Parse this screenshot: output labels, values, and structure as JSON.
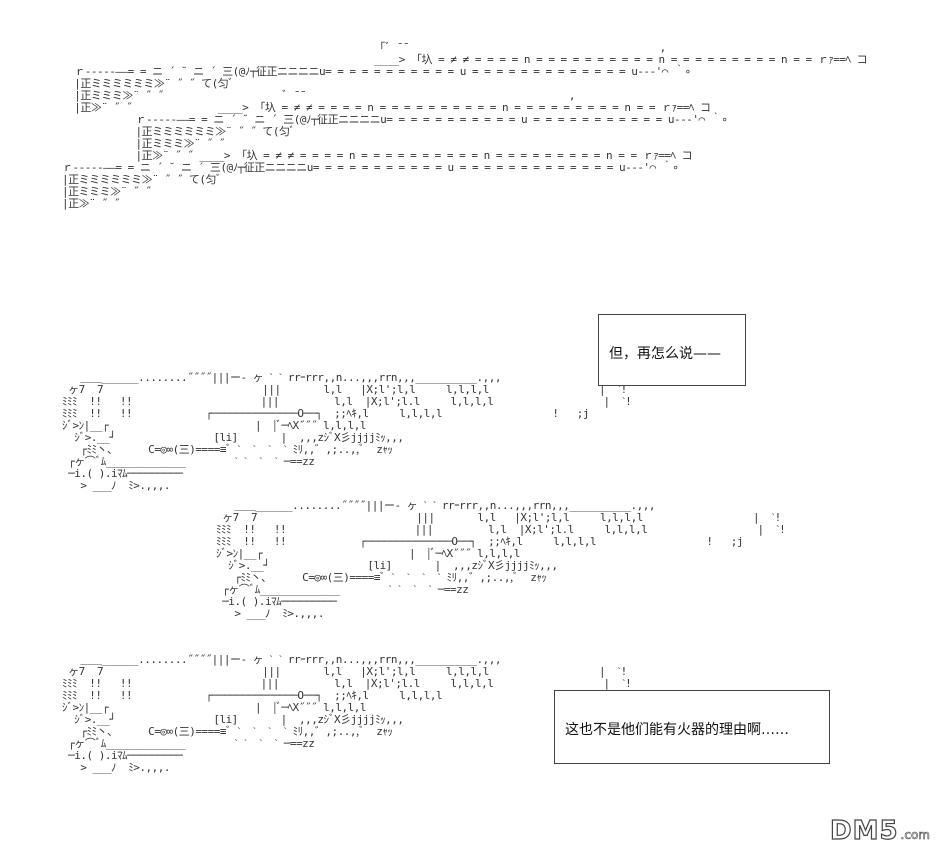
{
  "caption_boxes": [
    {
      "text": "但，再怎么说——"
    },
    {
      "text": "这也不是他们能有火器的理由啊……"
    }
  ],
  "watermark": {
    "main": "DM5",
    "sub": ".com"
  },
  "art": {
    "rifles": "                                                   「ﾞ ̄ ̄                                          ,\n                                                   ____> 「圦 = ≠ ≠ = = = = n = = = = = = = = = = n = = = = = = = = = n = = ｒｧ==ﾍ コ\n  ｒ-----――= = ニ ´ ˘ ニ ´ 三(@ﾉ┬征正ニニニニu= = = = = = = = = = = u = = = = = = = = = = = = = u---'⌒ ｀∘\n  |正ミミミミミミ≫¨ ˝ ˝ て(匀ﾞ\n  |正ミミミ≫¨ ˝ ˝                    ﾞ ̄ ̄                                            ,\n  |正≫¨ ˝ ˝              ____> 「圦 = ≠ ≠ = = = = n = = = = = = = = = = n = = = = = = = = = n = = ｒｧ==ﾍ コ\n            ｒ-----――= = ニ ´ ˘ ニ ´ 三(@ﾉ┬征正ニニニニu= = = = = = = = = = = u = = = = = = = = = = = u---'⌒ ｀∘\n            |正ミミミミミミ≫¨ ˝ ˝ て(匀ﾞ\n            |正ミミミ≫¨ ˝ ˝\n            |正≫¨ ˝ ˝ ____> 「圦 = ≠ ≠ = = = = n = = = = = = = = = = n = = = = = = = = = n = = ｒｧ==ﾍ コ\nｒ-----――= = ニ ´ ˘ ニ ´ 三(@ﾉ┬征正ニニニニu= = = = = = = = = = = u = = = = = = = = = = = = = u---'⌒ ｀∘\n|正ミミミミミミ≫¨ ˝ ˝ て(匀ﾞ\n|正ミミミ≫¨ ˝ ˝\n|正≫¨ ˝ ˝",
    "cannon": "   ＿＿______........˝˝˝˝|||ー- ヶ ˋ ˋ rrｰrrr,,n...,,,rrn,,,__________.,,,\n ヶ7  7                          |||       l,l   |X;l';l,l     l,l,l,l                  |  ˋ!\nﾐﾐﾐ  !!   !!                     |||         l,l  |X;l';l.l     l,l,l,l                  |  ˋ!\nﾐﾐﾐ  !!   !!            ┌──────────────О──┐  ;;ﾍｷ,l     l,l,l,l                  !   ;j\nｼﾞ>ﾝ|__┌                        |  |ﾞ─ﾍX˝˝˝ l,l,l,l\n  ｼﾞ>.__┘                [li]       |  ,,,zｼﾞX彡jjjjﾐｯ,,,\n   ┌ﾐﾐ丶、     C=◎∞(三)====≡ﾞ ˋ  ˋ  ˋ  ˋ ﾐﾘ,,゛,;..,,ﾞ  zｬｯ\n ┌ヶ⌒ﾞﾑ_____________        ˋ ˋ  ˋ  ˋ ─==zz\n ─i.( ).iﾏﾑ─────────\n   > ___ﾉ  ﾐ>.,,,."
  }
}
